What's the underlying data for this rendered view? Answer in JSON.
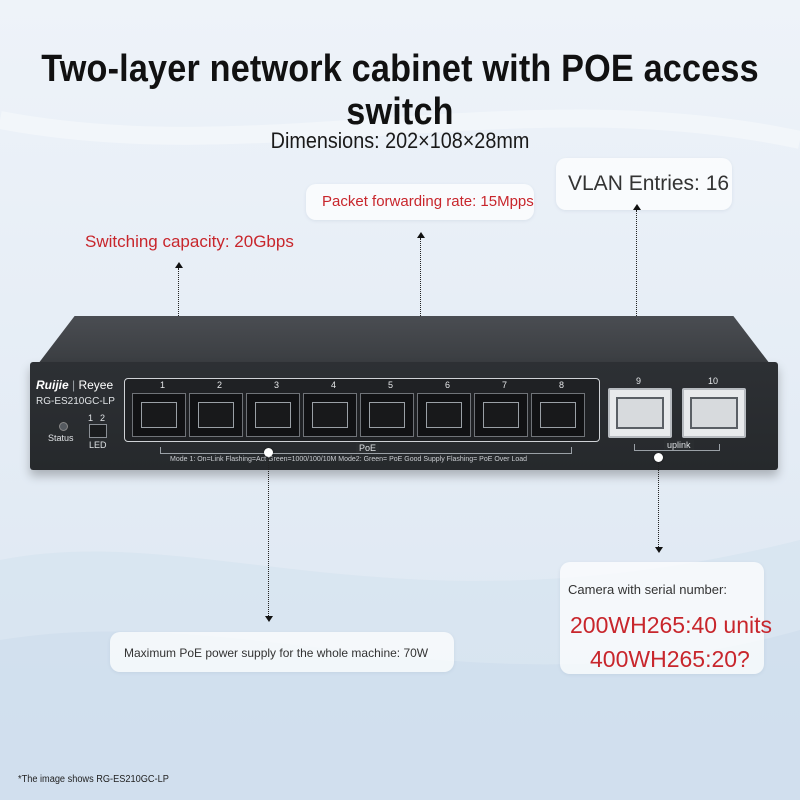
{
  "title": "Two-layer network cabinet with POE access switch",
  "dimensions": "Dimensions: 202×108×28mm",
  "specs": {
    "switching_capacity": "Switching capacity: 20Gbps",
    "packet_forwarding": "Packet forwarding rate: 15Mpps",
    "vlan_entries": "VLAN Entries: 16",
    "poe_power": "Maximum PoE power supply for the whole machine: 70W",
    "camera_heading": "Camera with serial number:",
    "camera_line1": "200WH265:40 units",
    "camera_line2": "400WH265:20?"
  },
  "device": {
    "brand_ruijie": "Ruijie",
    "brand_reyee": "Reyee",
    "model": "RG-ES210GC-LP",
    "status_label": "Status",
    "led_label": "LED",
    "led_mode1": "1",
    "led_mode2": "2",
    "poe_label": "PoE",
    "uplink_label": "uplink",
    "mode_legend": "Mode 1: On=Link  Flashing=Act  Green=1000/100/10M    Mode2: Green= PoE Good Supply  Flashing= PoE Over Load",
    "ports": [
      "1",
      "2",
      "3",
      "4",
      "5",
      "6",
      "7",
      "8"
    ],
    "uplink_ports": [
      "9",
      "10"
    ]
  },
  "footnote": "*The image shows RG-ES210GC-LP",
  "colors": {
    "accent_red": "#c8262c",
    "chassis": "#2d3034",
    "background": "#e4ecf5"
  }
}
